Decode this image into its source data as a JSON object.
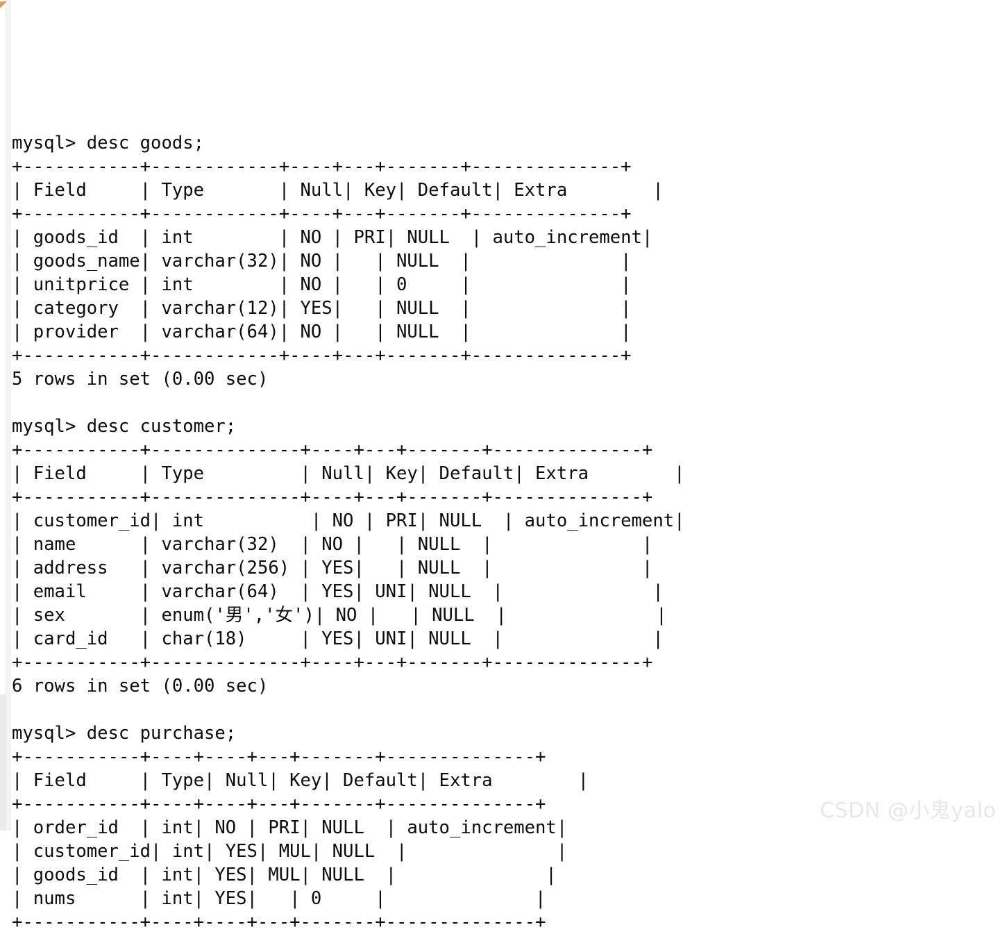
{
  "app": {
    "kind": "mysql-client-terminal",
    "prompt": "mysql> ",
    "background_color": "#ffffff",
    "text_color": "#0c0c0c"
  },
  "watermark": {
    "text": "CSDN @小鬼yalo",
    "color": "#e8e8e8"
  },
  "session": {
    "blocks": [
      {
        "command": "mysql> desc goods;",
        "table_name": "goods",
        "columns": [
          "Field",
          "Type",
          "Null",
          "Key",
          "Default",
          "Extra"
        ],
        "rows": [
          [
            "goods_id",
            "int",
            "NO",
            "PRI",
            "NULL",
            "auto_increment"
          ],
          [
            "goods_name",
            "varchar(32)",
            "NO",
            "",
            "NULL",
            ""
          ],
          [
            "unitprice",
            "int",
            "NO",
            "",
            "0",
            ""
          ],
          [
            "category",
            "varchar(12)",
            "YES",
            "",
            "NULL",
            ""
          ],
          [
            "provider",
            "varchar(64)",
            "NO",
            "",
            "NULL",
            ""
          ]
        ],
        "widths": [
          11,
          12,
          4,
          3,
          7,
          14
        ],
        "status": "5 rows in set (0.00 sec)"
      },
      {
        "command": "mysql> desc customer;",
        "table_name": "customer",
        "columns": [
          "Field",
          "Type",
          "Null",
          "Key",
          "Default",
          "Extra"
        ],
        "rows": [
          [
            "customer_id",
            "int",
            "NO",
            "PRI",
            "NULL",
            "auto_increment"
          ],
          [
            "name",
            "varchar(32)",
            "NO",
            "",
            "NULL",
            ""
          ],
          [
            "address",
            "varchar(256)",
            "YES",
            "",
            "NULL",
            ""
          ],
          [
            "email",
            "varchar(64)",
            "YES",
            "UNI",
            "NULL",
            ""
          ],
          [
            "sex",
            "enum('男','女')",
            "NO",
            "",
            "NULL",
            ""
          ],
          [
            "card_id",
            "char(18)",
            "YES",
            "UNI",
            "NULL",
            ""
          ]
        ],
        "widths": [
          11,
          14,
          4,
          3,
          7,
          14
        ],
        "status": "6 rows in set (0.00 sec)"
      },
      {
        "command": "mysql> desc purchase;",
        "table_name": "purchase",
        "columns": [
          "Field",
          "Type",
          "Null",
          "Key",
          "Default",
          "Extra"
        ],
        "rows": [
          [
            "order_id",
            "int",
            "NO",
            "PRI",
            "NULL",
            "auto_increment"
          ],
          [
            "customer_id",
            "int",
            "YES",
            "MUL",
            "NULL",
            ""
          ],
          [
            "goods_id",
            "int",
            "YES",
            "MUL",
            "NULL",
            ""
          ],
          [
            "nums",
            "int",
            "YES",
            "",
            "0",
            ""
          ]
        ],
        "widths": [
          11,
          4,
          4,
          3,
          7,
          14
        ],
        "status": ""
      }
    ]
  }
}
